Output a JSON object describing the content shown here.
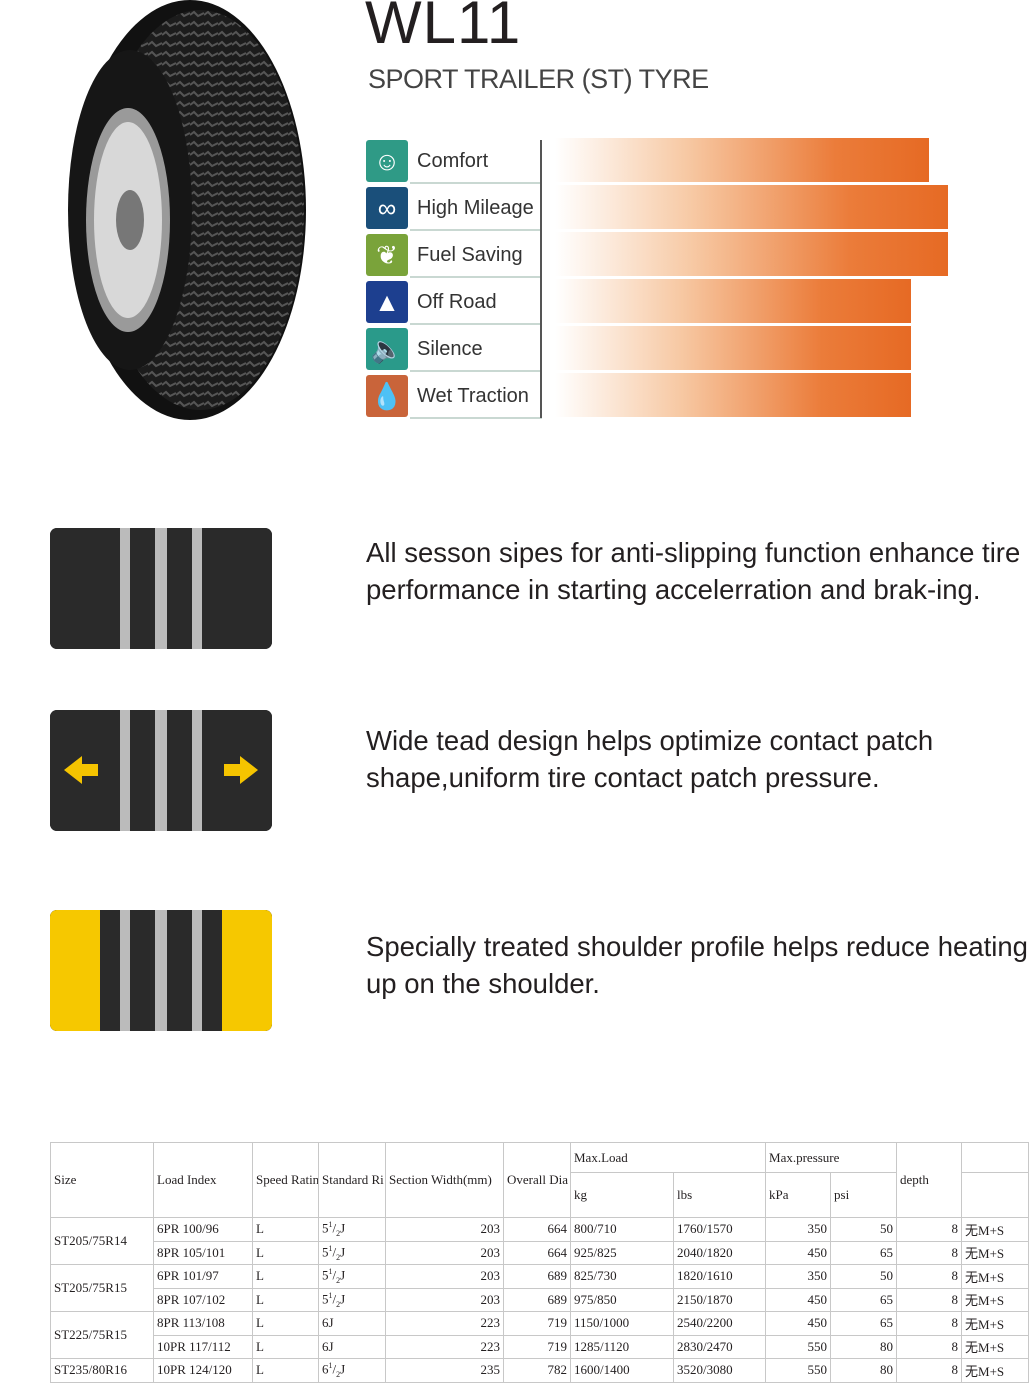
{
  "product": {
    "model": "WL11",
    "subtitle": "SPORT TRAILER (ST) TYRE"
  },
  "ratings": [
    {
      "label": "Comfort",
      "icon": "smiley-icon",
      "color": "#2f9a86",
      "value_pct": 79
    },
    {
      "label": "High Mileage",
      "icon": "infinity-icon",
      "color": "#1a4f7a",
      "value_pct": 83
    },
    {
      "label": "Fuel Saving",
      "icon": "leaf-icon",
      "color": "#7aa33a",
      "value_pct": 83
    },
    {
      "label": "Off Road",
      "icon": "mountain-icon",
      "color": "#1d3f8f",
      "value_pct": 75
    },
    {
      "label": "Silence",
      "icon": "speaker-mute-icon",
      "color": "#2a9a8a",
      "value_pct": 75
    },
    {
      "label": "Wet Traction",
      "icon": "water-drop-icon",
      "color": "#c9643a",
      "value_pct": 75
    }
  ],
  "features": [
    {
      "text": "All sesson sipes for anti-slipping function enhance tire performance in starting accelerration and brak-ing."
    },
    {
      "text": "Wide tead design helps optimize contact patch shape,uniform tire contact patch pressure."
    },
    {
      "text": "Specially treated shoulder profile helps reduce heating up on the shoulder."
    }
  ],
  "table": {
    "headers": {
      "size": "Size",
      "load_index": "Load Index",
      "speed": "Speed Ratin",
      "rim": "Standard Ri",
      "section": "Section Width(mm)",
      "overall": "Overall Dia",
      "max_load": "Max.Load",
      "kg": "kg",
      "lbs": "lbs",
      "max_pressure": "Max.pressure",
      "kpa": "kPa",
      "psi": "psi",
      "depth": "depth"
    },
    "groups": [
      {
        "size": "ST205/75R14",
        "rows": [
          [
            "6PR 100/96",
            "L",
            "5",
            "J",
            "203",
            "664",
            "800/710",
            "1760/1570",
            "350",
            "50",
            "8",
            "无M+S"
          ],
          [
            "8PR 105/101",
            "L",
            "5",
            "J",
            "203",
            "664",
            "925/825",
            "2040/1820",
            "450",
            "65",
            "8",
            "无M+S"
          ]
        ]
      },
      {
        "size": "ST205/75R15",
        "rows": [
          [
            "6PR 101/97",
            "L",
            "5",
            "J",
            "203",
            "689",
            "825/730",
            "1820/1610",
            "350",
            "50",
            "8",
            "无M+S"
          ],
          [
            "8PR 107/102",
            "L",
            "5",
            "J",
            "203",
            "689",
            "975/850",
            "2150/1870",
            "450",
            "65",
            "8",
            "无M+S"
          ]
        ]
      },
      {
        "size": "ST225/75R15",
        "rows": [
          [
            "8PR 113/108",
            "L",
            "6J",
            "",
            "223",
            "719",
            "1150/1000",
            "2540/2200",
            "450",
            "65",
            "8",
            "无M+S"
          ],
          [
            "10PR 117/112",
            "L",
            "6J",
            "",
            "223",
            "719",
            "1285/1120",
            "2830/2470",
            "550",
            "80",
            "8",
            "无M+S"
          ]
        ]
      },
      {
        "size": "ST235/80R16",
        "rows": [
          [
            "10PR 124/120",
            "L",
            "6",
            "J",
            "235",
            "782",
            "1600/1400",
            "3520/3080",
            "550",
            "80",
            "8",
            "无M+S"
          ]
        ]
      }
    ]
  }
}
